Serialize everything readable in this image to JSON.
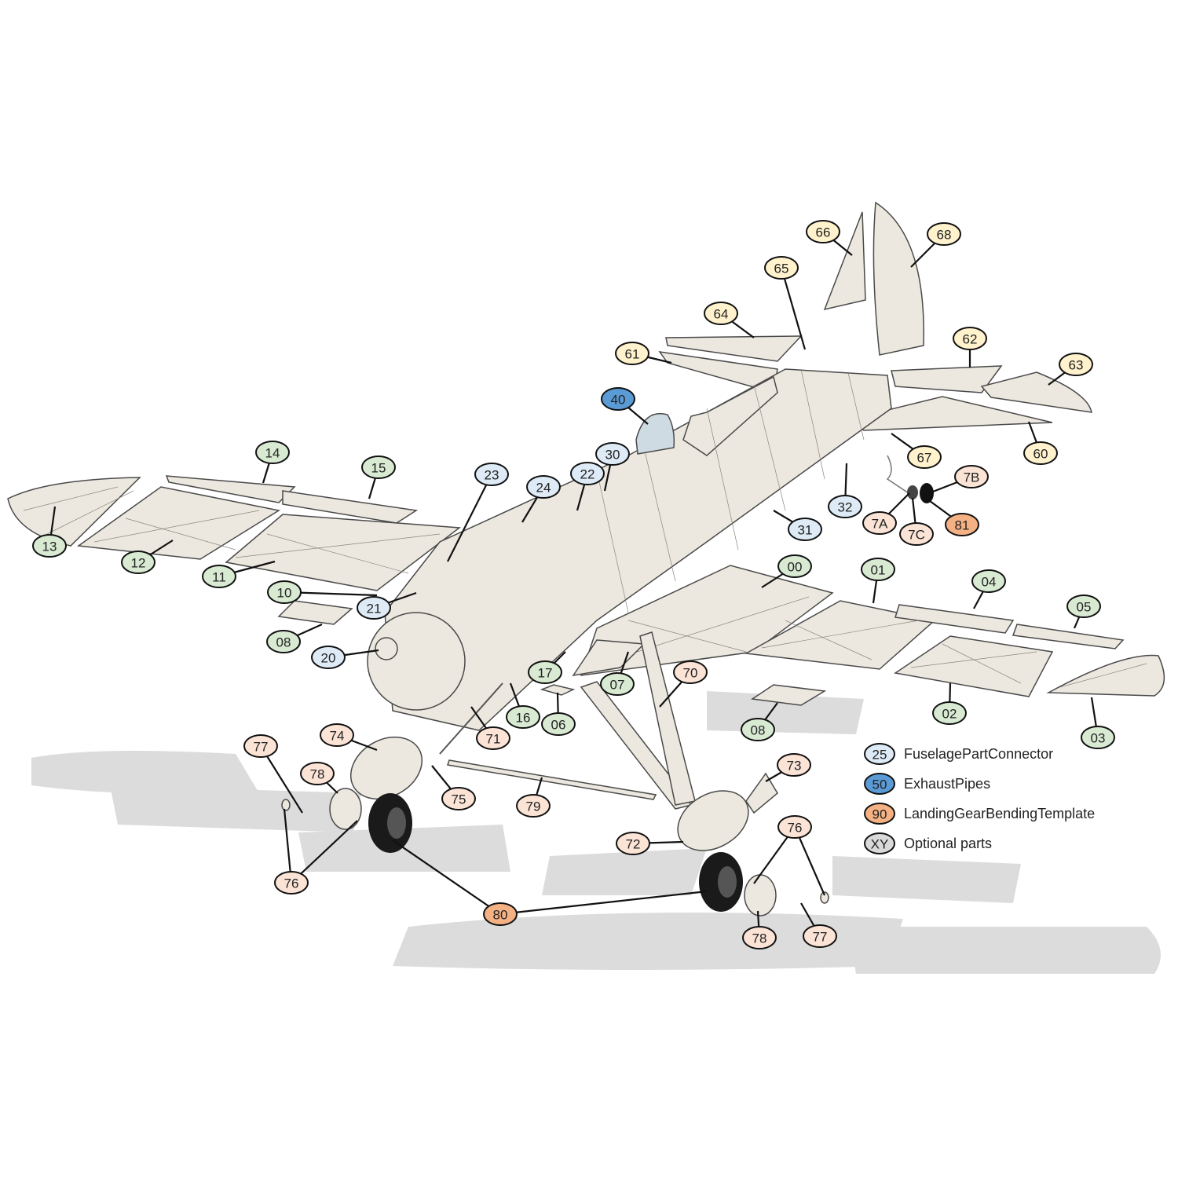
{
  "colors": {
    "green": "#d9ead3",
    "yellow": "#fff2cc",
    "light_blue": "#deebf7",
    "blue": "#5b9bd5",
    "light_orange": "#fbe3d6",
    "orange": "#f4b183",
    "gray": "#d9d9d9"
  },
  "callouts": [
    {
      "label": "66",
      "color": "yellow"
    },
    {
      "label": "68",
      "color": "yellow"
    },
    {
      "label": "65",
      "color": "yellow"
    },
    {
      "label": "64",
      "color": "yellow"
    },
    {
      "label": "62",
      "color": "yellow"
    },
    {
      "label": "63",
      "color": "yellow"
    },
    {
      "label": "61",
      "color": "yellow"
    },
    {
      "label": "40",
      "color": "blue"
    },
    {
      "label": "67",
      "color": "yellow"
    },
    {
      "label": "60",
      "color": "yellow"
    },
    {
      "label": "30",
      "color": "light_blue"
    },
    {
      "label": "22",
      "color": "light_blue"
    },
    {
      "label": "23",
      "color": "light_blue"
    },
    {
      "label": "24",
      "color": "light_blue"
    },
    {
      "label": "14",
      "color": "green"
    },
    {
      "label": "15",
      "color": "green"
    },
    {
      "label": "7B",
      "color": "light_orange"
    },
    {
      "label": "32",
      "color": "light_blue"
    },
    {
      "label": "31",
      "color": "light_blue"
    },
    {
      "label": "7A",
      "color": "light_orange"
    },
    {
      "label": "7C",
      "color": "light_orange"
    },
    {
      "label": "81",
      "color": "orange"
    },
    {
      "label": "13",
      "color": "green"
    },
    {
      "label": "12",
      "color": "green"
    },
    {
      "label": "11",
      "color": "green"
    },
    {
      "label": "10",
      "color": "green"
    },
    {
      "label": "21",
      "color": "light_blue"
    },
    {
      "label": "00",
      "color": "green"
    },
    {
      "label": "01",
      "color": "green"
    },
    {
      "label": "04",
      "color": "green"
    },
    {
      "label": "05",
      "color": "green"
    },
    {
      "label": "08",
      "color": "green"
    },
    {
      "label": "20",
      "color": "light_blue"
    },
    {
      "label": "17",
      "color": "green"
    },
    {
      "label": "07",
      "color": "green"
    },
    {
      "label": "70",
      "color": "light_orange"
    },
    {
      "label": "16",
      "color": "green"
    },
    {
      "label": "06",
      "color": "green"
    },
    {
      "label": "71",
      "color": "light_orange"
    },
    {
      "label": "02",
      "color": "green"
    },
    {
      "label": "03",
      "color": "green"
    },
    {
      "label": "08",
      "color": "green"
    },
    {
      "label": "74",
      "color": "light_orange"
    },
    {
      "label": "77",
      "color": "light_orange"
    },
    {
      "label": "78",
      "color": "light_orange"
    },
    {
      "label": "75",
      "color": "light_orange"
    },
    {
      "label": "79",
      "color": "light_orange"
    },
    {
      "label": "73",
      "color": "light_orange"
    },
    {
      "label": "72",
      "color": "light_orange"
    },
    {
      "label": "76",
      "color": "light_orange"
    },
    {
      "label": "76",
      "color": "light_orange"
    },
    {
      "label": "80",
      "color": "orange"
    },
    {
      "label": "78",
      "color": "light_orange"
    },
    {
      "label": "77",
      "color": "light_orange"
    }
  ],
  "legend": [
    {
      "code": "25",
      "text": "FuselagePartConnector",
      "color": "light_blue"
    },
    {
      "code": "50",
      "text": "ExhaustPipes",
      "color": "blue"
    },
    {
      "code": "90",
      "text": "LandingGearBendingTemplate",
      "color": "orange"
    },
    {
      "code": "XY",
      "text": "Optional parts",
      "color": "gray"
    }
  ]
}
